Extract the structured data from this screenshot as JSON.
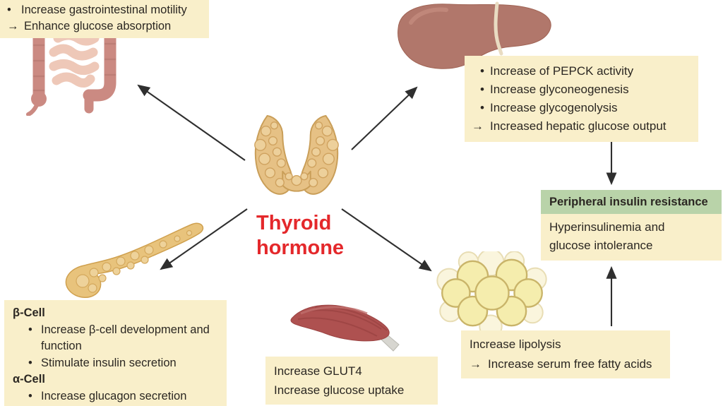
{
  "center": {
    "title_line1": "Thyroid",
    "title_line2": "hormone"
  },
  "organs": {
    "intestine": "intestine",
    "liver": "liver",
    "thyroid": "thyroid-gland",
    "pancreas": "pancreas",
    "muscle": "skeletal-muscle",
    "fat": "adipose-tissue-fat-cells"
  },
  "boxes": {
    "gi": {
      "lines": [
        {
          "marker": "•",
          "text": "Increase gastrointestinal motility"
        },
        {
          "marker": "→",
          "text": "Enhance glucose absorption"
        }
      ]
    },
    "liver": {
      "lines": [
        {
          "marker": "•",
          "text": "Increase of PEPCK activity"
        },
        {
          "marker": "•",
          "text": "Increase glyconeogenesis"
        },
        {
          "marker": "•",
          "text": "Increase glycogenolysis"
        },
        {
          "marker": "→",
          "text": "Increased hepatic glucose output"
        }
      ]
    },
    "insulin_resistance": {
      "header": "Peripheral insulin resistance",
      "body_line1": "Hyperinsulinemia and",
      "body_line2": "glucose intolerance"
    },
    "pancreas": {
      "lines": [
        {
          "style": "heading",
          "text": "β-Cell"
        },
        {
          "style": "bullet",
          "marker": "•",
          "text": "Increase β-cell development and function"
        },
        {
          "style": "bullet",
          "marker": "•",
          "text": "Stimulate insulin secretion"
        },
        {
          "style": "heading",
          "text": "α-Cell"
        },
        {
          "style": "bullet",
          "marker": "•",
          "text": "Increase glucagon secretion"
        }
      ]
    },
    "muscle": {
      "lines": [
        {
          "text": "Increase GLUT4"
        },
        {
          "text": "Increase glucose uptake"
        }
      ]
    },
    "fat": {
      "lines": [
        {
          "text": "Increase lipolysis"
        },
        {
          "marker": "→",
          "text": "Increase serum free fatty acids"
        }
      ]
    }
  },
  "edges": [
    {
      "from": "thyroid-hormone",
      "to": "intestine"
    },
    {
      "from": "thyroid-hormone",
      "to": "liver"
    },
    {
      "from": "thyroid-hormone",
      "to": "pancreas"
    },
    {
      "from": "thyroid-hormone",
      "to": "adipose-tissue"
    },
    {
      "from": "liver-effects",
      "to": "peripheral-insulin-resistance"
    },
    {
      "from": "adipose-effects",
      "to": "peripheral-insulin-resistance"
    }
  ],
  "colors": {
    "note_bg": "#f9efca",
    "highlight_bg": "#b9d3a9",
    "title_red": "#e4282b",
    "arrow": "#2f2f2f",
    "text": "#2b2722"
  }
}
